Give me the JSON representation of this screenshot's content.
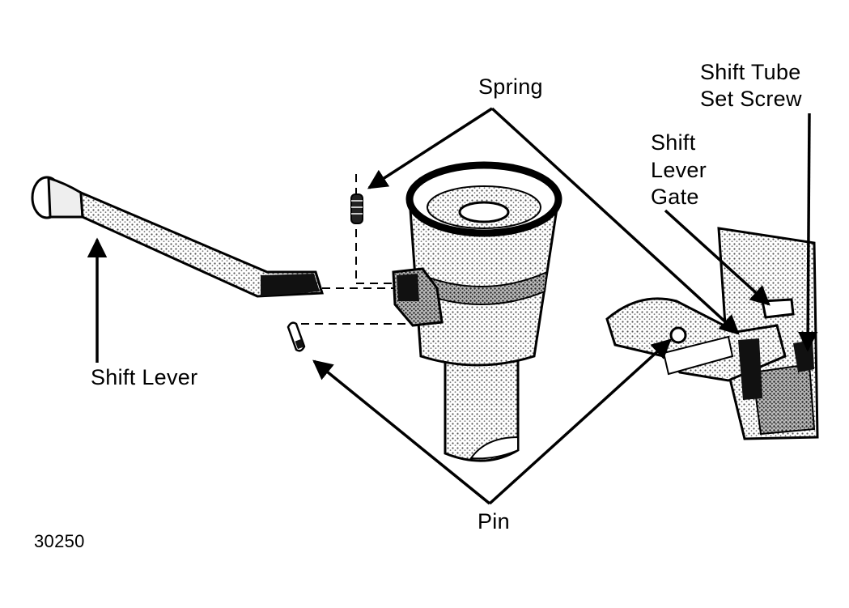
{
  "labels": {
    "spring": "Spring",
    "shift_tube_set_screw_line1": "Shift Tube",
    "shift_tube_set_screw_line2": "Set Screw",
    "shift_lever_gate_line1": "Shift",
    "shift_lever_gate_line2": "Lever",
    "shift_lever_gate_line3": "Gate",
    "shift_lever": "Shift Lever",
    "pin": "Pin"
  },
  "figure_number": "30250",
  "colors": {
    "ink": "#000000",
    "background": "#ffffff",
    "stipple": "#8a8a8a"
  }
}
